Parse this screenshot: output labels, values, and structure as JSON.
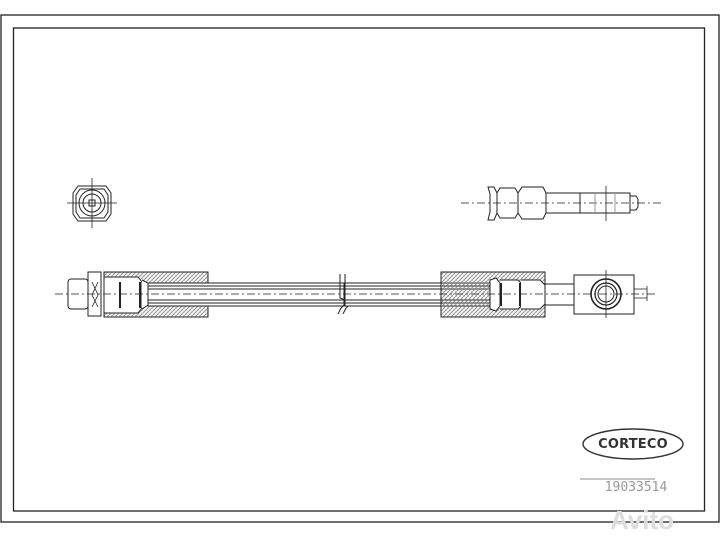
{
  "drawing": {
    "type": "technical-drawing",
    "subject": "brake hose",
    "brand_label": "CORTECO",
    "part_number": "19033514",
    "views": [
      "end-view-nut",
      "side-view-fitting",
      "full-hose-assembly"
    ]
  },
  "watermark": {
    "text": "Avito"
  },
  "colors": {
    "line": "#222222",
    "hatch": "#888888",
    "part_number": "#999999",
    "watermark": "#dddddd"
  }
}
